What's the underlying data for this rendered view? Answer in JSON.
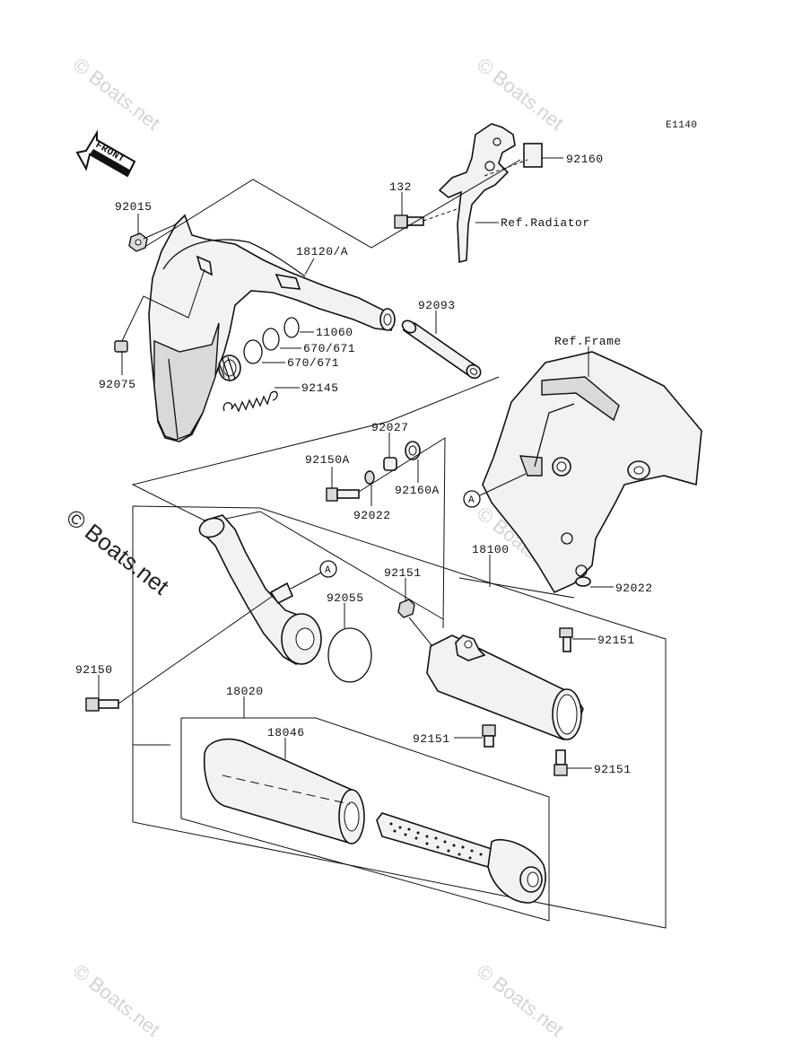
{
  "diagram_code": "E1140",
  "front_label": "FRONT",
  "callout_letter": "A",
  "watermark": "© Boats.net",
  "labels": {
    "p92160": "92160",
    "p132": "132",
    "ref_radiator": "Ref.Radiator",
    "p92015": "92015",
    "p18120A": "18120/A",
    "p92093": "92093",
    "p11060": "11060",
    "p670_671_a": "670/671",
    "p670_671_b": "670/671",
    "p92075": "92075",
    "p92145": "92145",
    "ref_frame": "Ref.Frame",
    "p92027": "92027",
    "p92150A": "92150A",
    "p92160A": "92160A",
    "p92022_a": "92022",
    "p18100": "18100",
    "p92151_a": "92151",
    "p92055": "92055",
    "p92022_b": "92022",
    "p92151_b": "92151",
    "p92150": "92150",
    "p18020": "18020",
    "p18046": "18046",
    "p92151_c": "92151",
    "p92151_d": "92151"
  }
}
